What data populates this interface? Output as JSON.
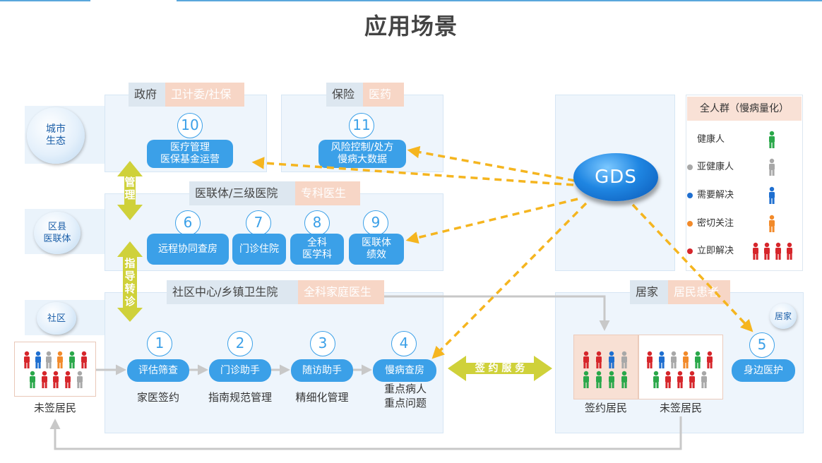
{
  "title": "应用场景",
  "levels": {
    "city": "城市\n生态",
    "district": "区县\n医联体",
    "community": "社区"
  },
  "gov": {
    "header_main": "政府",
    "header_sub": "卫计委/社保",
    "items": [
      {
        "num": "10",
        "label": "医疗管理\n医保基金运营"
      }
    ]
  },
  "insurance": {
    "header_main": "保险",
    "header_sub": "医药",
    "items": [
      {
        "num": "11",
        "label": "风险控制/处方\n慢病大数据"
      }
    ]
  },
  "hospital": {
    "header_main": "医联体/三级医院",
    "header_sub": "专科医生",
    "items": [
      {
        "num": "6",
        "label": "远程协同查房"
      },
      {
        "num": "7",
        "label": "门诊住院"
      },
      {
        "num": "8",
        "label": "全科\n医学科"
      },
      {
        "num": "9",
        "label": "医联体\n绩效"
      }
    ]
  },
  "community": {
    "header_main": "社区中心/乡镇卫生院",
    "header_sub": "全科家庭医生",
    "items": [
      {
        "num": "1",
        "label": "评估筛查",
        "caption": "家医签约"
      },
      {
        "num": "2",
        "label": "门诊助手",
        "caption": "指南规范管理"
      },
      {
        "num": "3",
        "label": "随访助手",
        "caption": "精细化管理"
      },
      {
        "num": "4",
        "label": "慢病查房",
        "caption": "重点病人\n重点问题"
      }
    ]
  },
  "home": {
    "header_main": "居家",
    "header_sub": "居民患者",
    "badge": "居家",
    "item": {
      "num": "5",
      "label": "身边医护"
    },
    "signed_label": "签约居民",
    "unsigned_label": "未签居民"
  },
  "left_group_label": "未签居民",
  "arrows": {
    "manage": "管理",
    "guide": "指导转诊",
    "sign_service": "签 约 服 务"
  },
  "gds_label": "GDS",
  "legend": {
    "title": "全人群（慢病量化）",
    "rows": [
      {
        "label": "健康人",
        "color": "#2aa84a",
        "dot": false
      },
      {
        "label": "亚健康人",
        "color": "#a8a8a8",
        "dot": true
      },
      {
        "label": "需要解决",
        "color": "#1f6fd0",
        "dot": true
      },
      {
        "label": "密切关注",
        "color": "#f28a2a",
        "dot": true
      },
      {
        "label": "立即解决",
        "color": "#d6262b",
        "dot": true
      }
    ]
  },
  "colors": {
    "accent": "#3ba0e8",
    "dashed_arrow": "#f5b51f",
    "yellow_arrow": "#cfd13a",
    "grey_connector": "#c8c8c8"
  }
}
